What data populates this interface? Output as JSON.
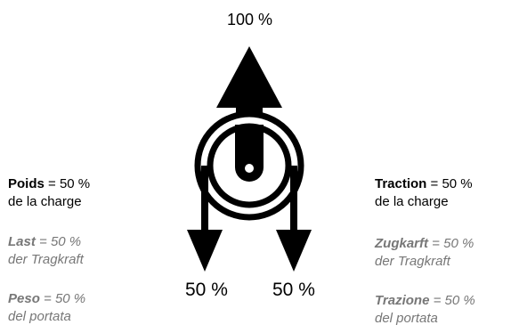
{
  "top_label": "100 %",
  "bottom_left_label": "50 %",
  "bottom_right_label": "50 %",
  "left": {
    "fr": {
      "term": "Poids",
      "value": "= 50 %",
      "line2": "de la charge"
    },
    "de": {
      "term": "Last",
      "value": "= 50 %",
      "line2": "der Tragkraft"
    },
    "it": {
      "term": "Peso",
      "value": "= 50 %",
      "line2": "del portata"
    }
  },
  "right": {
    "fr": {
      "term": "Traction",
      "value": "= 50 %",
      "line2": "de la charge"
    },
    "de": {
      "term": "Zugkarft",
      "value": "= 50 %",
      "line2": "der Tragkraft"
    },
    "it": {
      "term": "Trazione",
      "value": "= 50 %",
      "line2": "del portata"
    }
  },
  "colors": {
    "primary_text": "#000000",
    "secondary_text": "#777777",
    "background": "#ffffff"
  }
}
